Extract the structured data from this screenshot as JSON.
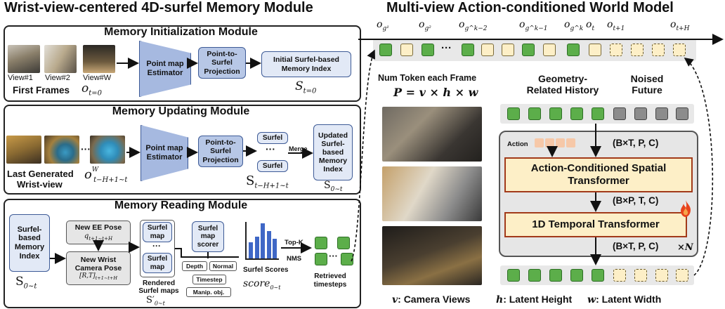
{
  "left_title": "Wrist-view-centered 4D-surfel Memory Module",
  "right_title": "Multi-view Action-conditioned World Model",
  "init": {
    "title": "Memory Initialization Module",
    "view1": "View#1",
    "view2": "View#2",
    "viewW": "View#W",
    "first_frames": "First Frames",
    "o_t0": "o",
    "o_t0_sub": "t=0",
    "estimator": "Point map Estimator",
    "projection": "Point-to-Surfel Projection",
    "index": "Initial Surfel-based Memory Index",
    "s_t0": "S",
    "s_t0_sub": "t=0"
  },
  "update": {
    "title": "Memory Updating Module",
    "dots": "···",
    "last_generated": "Last Generated",
    "wrist_view": "Wrist-view",
    "o_w": "o",
    "o_w_sup": "W",
    "o_w_sub": "t−H+1∼t",
    "estimator": "Point map Estimator",
    "projection": "Point-to-Surfel Projection",
    "surfel1": "Surfel",
    "surfel_dots": "···",
    "surfel2": "Surfel",
    "s_range": "S",
    "s_range_sub": "t−H+1∼t",
    "merge": "Merge",
    "updated_index": "Updated Surfel-based Memory Index",
    "s_0t": "S",
    "s_0t_sub": "0∼t"
  },
  "read": {
    "title": "Memory Reading Module",
    "memory_index": "Surfel-based Memory Index",
    "s_0t": "S",
    "s_0t_sub": "0∼t",
    "ee_pose": "New EE Pose",
    "q": "q",
    "q_sub": "t+1∼t+H",
    "wrist_pose": "New Wrist Camera Pose",
    "rt": "[R,T]",
    "rt_sub": "t+1∼t+H",
    "surfel_map1": "Surfel map",
    "surfel_map_dots": "···",
    "surfel_map2": "Surfel map",
    "rendered": "Rendered Surfel maps",
    "s_prime": "S′",
    "s_prime_sub": "0∼t",
    "scorer": "Surfel map scorer",
    "depth": "Depth",
    "normal": "Normal",
    "timestep": "Timestep",
    "manip": "Manip. obj.",
    "surfel_scores": "Surfel Scores",
    "score": "score",
    "score_sub": "0∼t",
    "topk": "Top-K",
    "nms": "NMS",
    "retrieved": "Retrieved timesteps",
    "bar_values": [
      0.45,
      0.62,
      1.0,
      0.78,
      0.55
    ]
  },
  "world": {
    "token_labels": [
      {
        "base": "o",
        "sub": "g¹"
      },
      {
        "base": "o",
        "sub": "g²"
      },
      {
        "base": "o",
        "sub": "g^k−2"
      },
      {
        "base": "o",
        "sub": "g^k−1"
      },
      {
        "base": "o",
        "sub": "g^k"
      },
      {
        "base": "o",
        "sub": "t"
      },
      {
        "base": "o",
        "sub": "t+1"
      },
      {
        "base": "o",
        "sub": "t+H"
      }
    ],
    "dots": "···",
    "num_token": "Num Token each Frame",
    "p_formula": "P = v × h × w",
    "geometry": "Geometry-Related History",
    "noised": "Noised Future",
    "action": "Action",
    "shape1": "(B×T, P, C)",
    "ac_transformer": "Action-Conditioned Spatial Transformer",
    "shape2": "(B×P, T, C)",
    "temporal": "1D Temporal Transformer",
    "shape3": "(B×T, P, C)",
    "times_n": "×N",
    "v_label": "v",
    "v_text": ": Camera Views",
    "h_label": "h",
    "h_text": ": Latent Height",
    "w_label": "w",
    "w_text": ": Latent Width"
  },
  "colors": {
    "green": "#5cae4a",
    "cream": "#fdefc7",
    "blue": "#3f67c6",
    "gray": "#8c8c8c",
    "action_orange": "#f6c8a8",
    "fire": "#e8431c"
  }
}
